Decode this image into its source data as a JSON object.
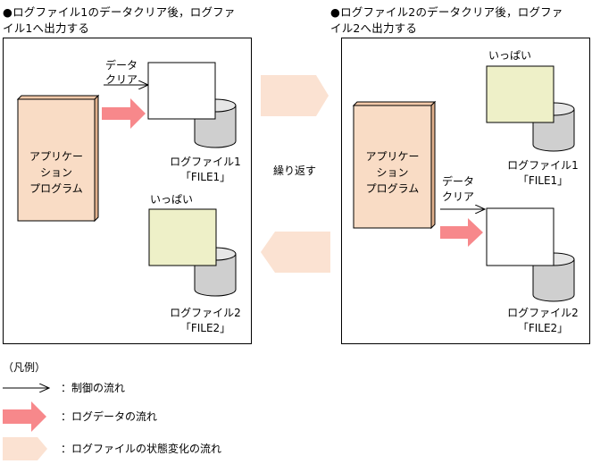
{
  "scenario_left": {
    "heading_line1": "●ログファイル1のデータクリア後，ログファ",
    "heading_line2": "イル1へ出力する",
    "app_line1": "アプリケー",
    "app_line2": "ション",
    "app_line3": "プログラム",
    "clear_line1": "データ",
    "clear_line2": "クリア",
    "full_label": "いっぱい",
    "log1_name": "ログファイル1",
    "log1_file": "「FILE1」",
    "log2_name": "ログファイル2",
    "log2_file": "「FILE2」"
  },
  "scenario_right": {
    "heading_line1": "●ログファイル2のデータクリア後，ログファ",
    "heading_line2": "イル2へ出力する",
    "app_line1": "アプリケー",
    "app_line2": "ション",
    "app_line3": "プログラム",
    "clear_line1": "データ",
    "clear_line2": "クリア",
    "full_label": "いっぱい",
    "log1_name": "ログファイル1",
    "log1_file": "「FILE1」",
    "log2_name": "ログファイル2",
    "log2_file": "「FILE2」"
  },
  "repeat_label": "繰り返す",
  "legend": {
    "title": "（凡例）",
    "control_flow": "：制御の流れ",
    "log_data_flow": "：ログデータの流れ",
    "file_state_flow": "：ログファイルの状態変化の流れ"
  },
  "colors": {
    "app_front": "#f9dcc5",
    "app_side": "#e0b08c",
    "full_fill": "#eef0c8",
    "data_arrow": "#f7888b",
    "state_arrow": "#fbe2d2",
    "cylinder": "#cfcfcf"
  }
}
